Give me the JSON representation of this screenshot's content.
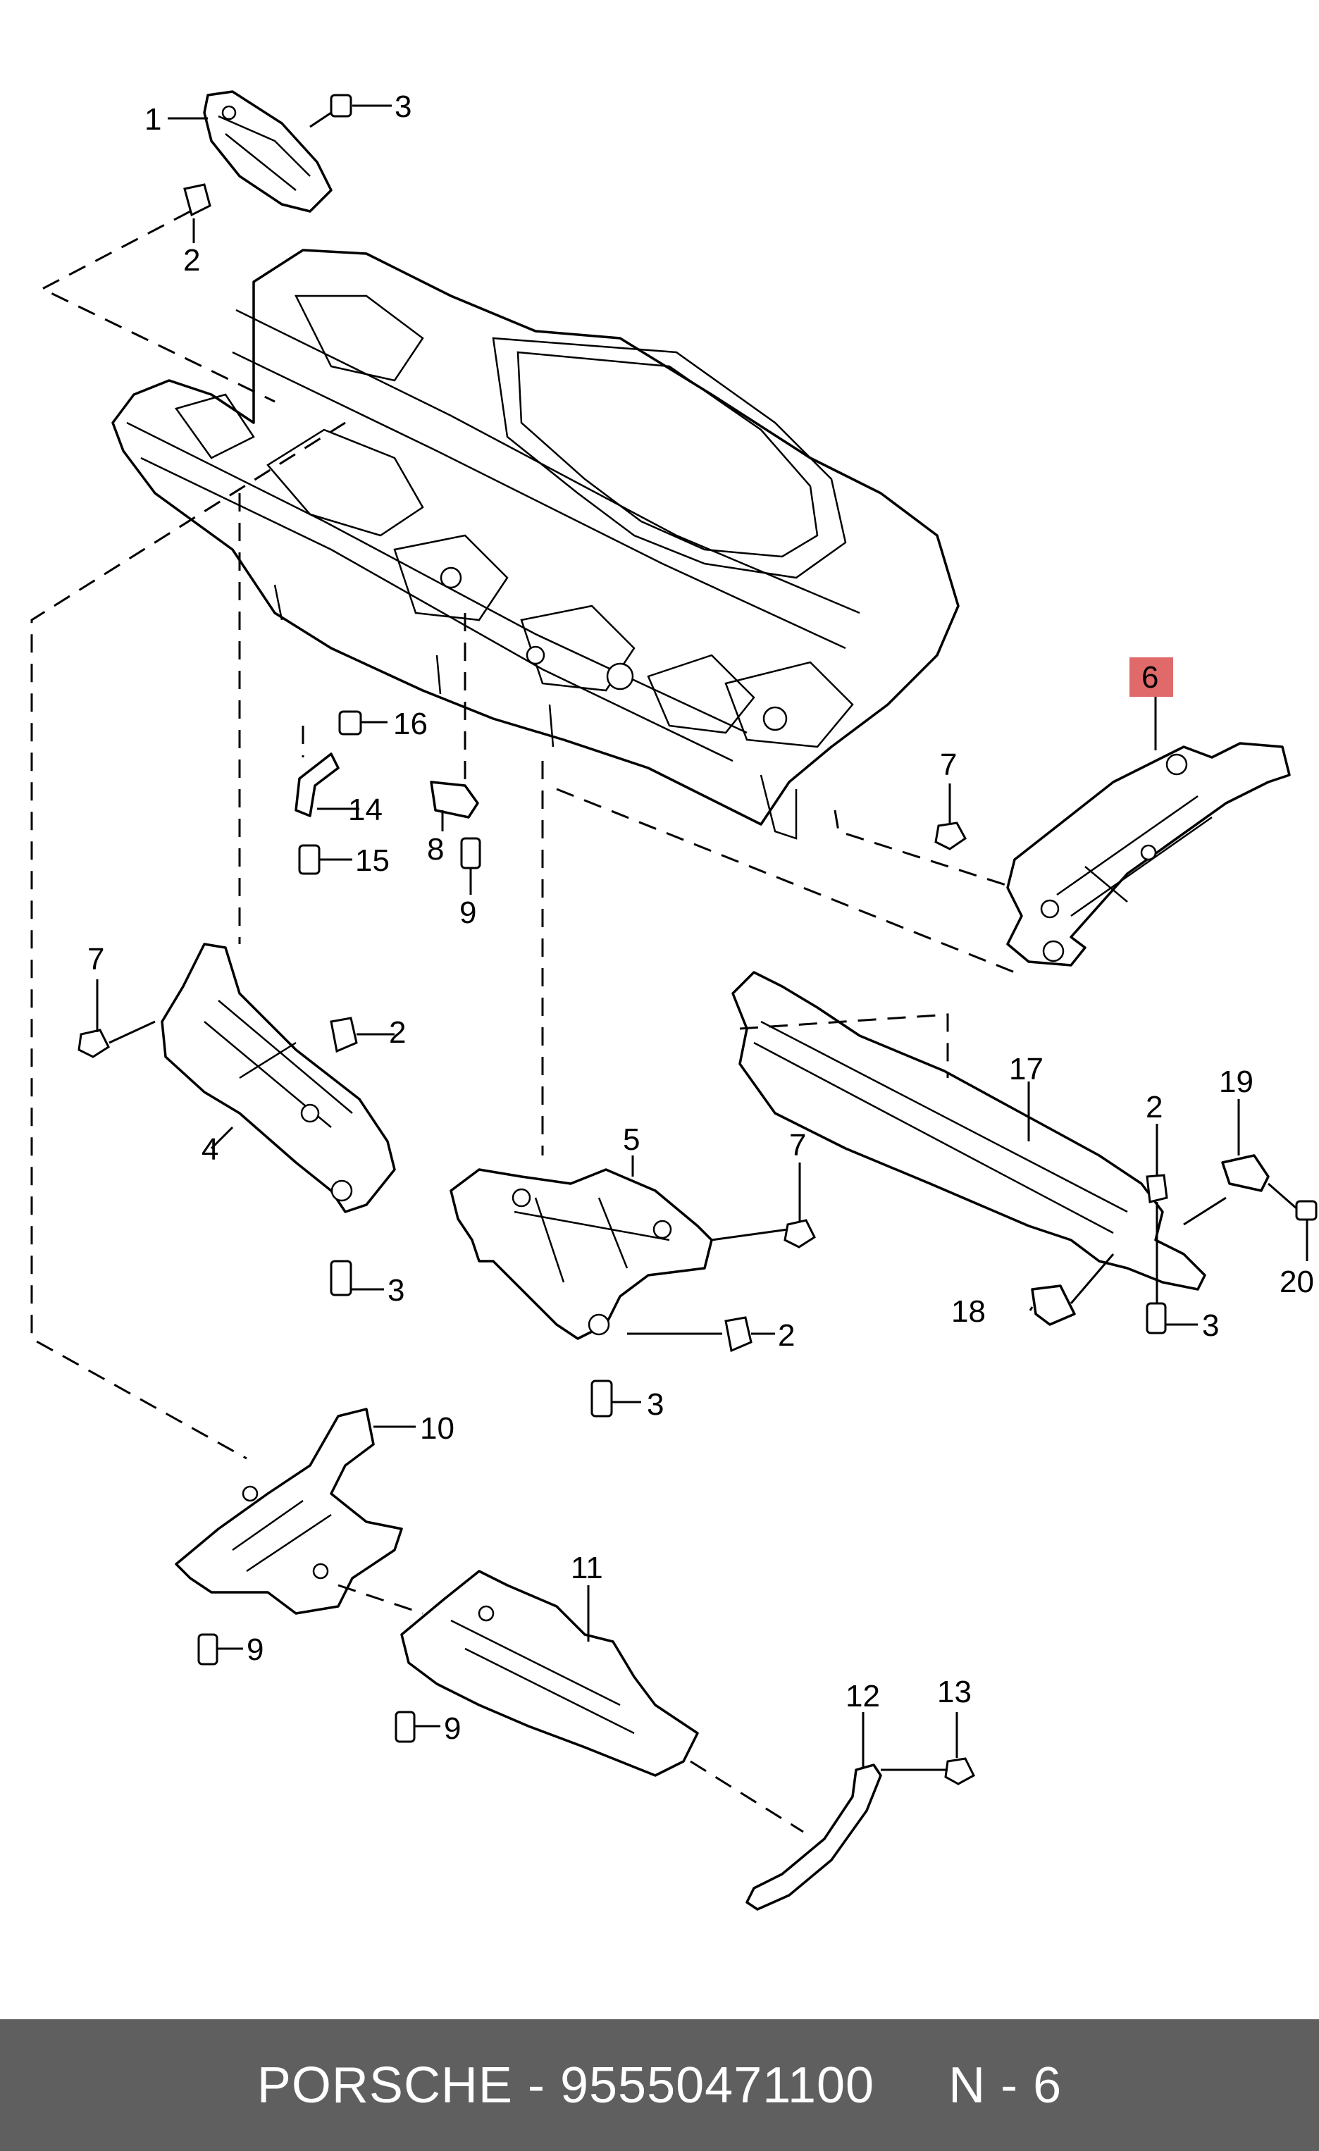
{
  "callouts": {
    "c1": "1",
    "c2a": "2",
    "c3a": "3",
    "c16": "16",
    "c14": "14",
    "c15": "15",
    "c8": "8",
    "c9a": "9",
    "c6": "6",
    "c7a": "7",
    "c7b": "7",
    "c2b": "2",
    "c4": "4",
    "c3b": "3",
    "c5": "5",
    "c7c": "7",
    "c2c": "2",
    "c3c": "3",
    "c17": "17",
    "c2d": "2",
    "c19": "19",
    "c20": "20",
    "c18": "18",
    "c3d": "3",
    "c10": "10",
    "c9b": "9",
    "c11": "11",
    "c9c": "9",
    "c12": "12",
    "c13": "13"
  },
  "highlight": {
    "part": "6",
    "color": "#e06a6a"
  },
  "footer": {
    "text": "PORSCHE - 95550471100     N - 6"
  }
}
